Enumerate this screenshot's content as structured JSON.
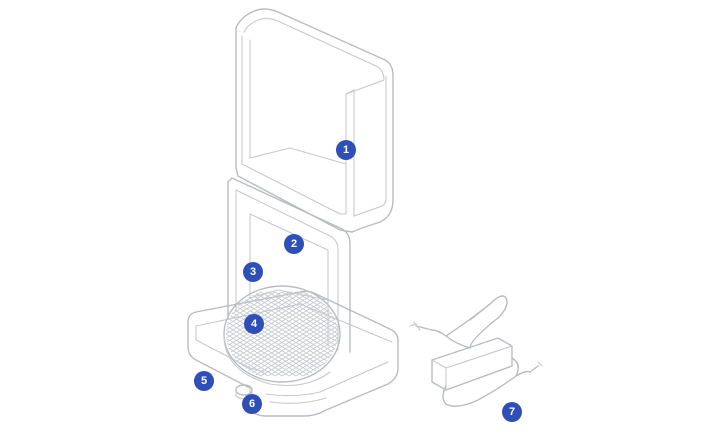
{
  "badge_color": "#2f4fb8",
  "callouts": [
    {
      "id": "1",
      "label": "1"
    },
    {
      "id": "2",
      "label": "2"
    },
    {
      "id": "3",
      "label": "3"
    },
    {
      "id": "4",
      "label": "4"
    },
    {
      "id": "5",
      "label": "5"
    },
    {
      "id": "6",
      "label": "6"
    },
    {
      "id": "7",
      "label": "7"
    }
  ]
}
